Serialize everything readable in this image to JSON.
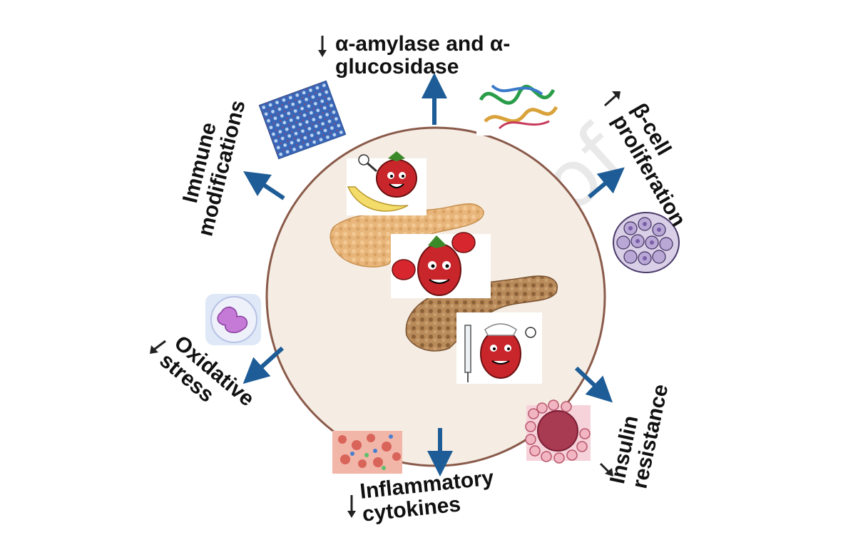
{
  "watermark": "Pre-proof",
  "colors": {
    "arrow": "#1d5c96",
    "circle_border": "#8a5a4a",
    "circle_fill": "#f5ede4",
    "trend_arrow": "#222222"
  },
  "center": {
    "icons": [
      "goji-berry-mascot-pointing",
      "pancreas",
      "goji-berry-mascot-boxing",
      "damaged-pancreas",
      "goji-berry-mascot-nurse-syringe"
    ]
  },
  "effects": {
    "amylase": {
      "trend": "down",
      "line1": "α-amylase and α-",
      "line2": "glucosidase",
      "icon": "enzyme-protein-structure"
    },
    "beta_cell": {
      "trend": "up",
      "line1": "β-cell",
      "line2": "proliferation",
      "icon": "islet-cell-cluster"
    },
    "insulin": {
      "trend": "down",
      "line1": "Insulin",
      "line2": "resistance",
      "icon": "insulin-receptor-cell"
    },
    "inflammatory": {
      "trend": "down",
      "line1": "Inflammatory",
      "line2": "cytokines",
      "icon": "inflamed-tissue"
    },
    "oxidative": {
      "trend": "down",
      "line1": "Oxidative",
      "line2": "stress",
      "icon": "neutrophil-cell"
    },
    "immune": {
      "line1": "Immune",
      "line2": "modifications",
      "icon": "immune-cell-lattice"
    }
  }
}
